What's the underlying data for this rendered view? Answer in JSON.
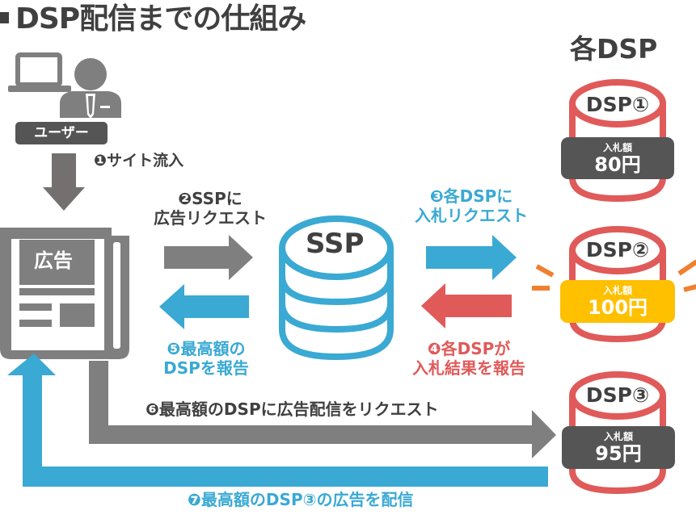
{
  "title": "DSP配信までの仕組み",
  "user": {
    "label": "ユーザー",
    "icon": "user-with-laptop-icon"
  },
  "ad_page": {
    "label": "広告",
    "icon": "newspaper-icon"
  },
  "ssp": {
    "label": "SSP",
    "icon": "database-icon"
  },
  "dsp_section": {
    "heading": "各DSP",
    "dsps": [
      {
        "name": "DSP①",
        "bid_label": "入札額",
        "bid_value": "80円",
        "highlight": false
      },
      {
        "name": "DSP②",
        "bid_label": "入札額",
        "bid_value": "100円",
        "highlight": true
      },
      {
        "name": "DSP③",
        "bid_label": "入札額",
        "bid_value": "95円",
        "highlight": false
      }
    ]
  },
  "steps": {
    "s1": "❶サイト流入",
    "s2_line1": "❷SSPに",
    "s2_line2": "広告リクエスト",
    "s3_line1": "❸各DSPに",
    "s3_line2": "入札リクエスト",
    "s4_line1": "❹各DSPが",
    "s4_line2": "入札結果を報告",
    "s5_line1": "❺最高額の",
    "s5_line2": "DSPを報告",
    "s6": "❻最高額のDSPに広告配信をリクエスト",
    "s7": "❼最高額のDSP③の広告を配信"
  },
  "colors": {
    "gray": "#7f7f7f",
    "dark": "#404040",
    "blue": "#3aa9d3",
    "red": "#e05a5a",
    "highlight": "#ffc000",
    "burst": "#f08030"
  }
}
